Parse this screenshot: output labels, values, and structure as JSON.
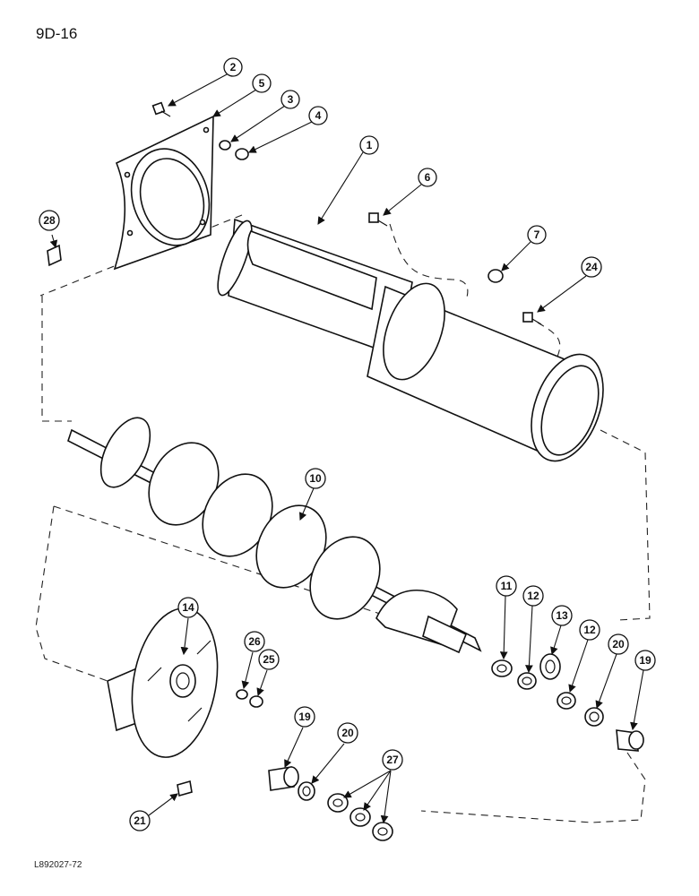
{
  "page_number": "9D-16",
  "figure_id": "L892027-72",
  "callouts": [
    {
      "label": "2"
    },
    {
      "label": "5"
    },
    {
      "label": "3"
    },
    {
      "label": "4"
    },
    {
      "label": "1"
    },
    {
      "label": "6"
    },
    {
      "label": "7"
    },
    {
      "label": "24"
    },
    {
      "label": "28"
    },
    {
      "label": "10"
    },
    {
      "label": "11"
    },
    {
      "label": "12"
    },
    {
      "label": "13"
    },
    {
      "label": "12"
    },
    {
      "label": "20"
    },
    {
      "label": "19"
    },
    {
      "label": "14"
    },
    {
      "label": "26"
    },
    {
      "label": "25"
    },
    {
      "label": "19"
    },
    {
      "label": "20"
    },
    {
      "label": "27"
    },
    {
      "label": "21"
    }
  ]
}
